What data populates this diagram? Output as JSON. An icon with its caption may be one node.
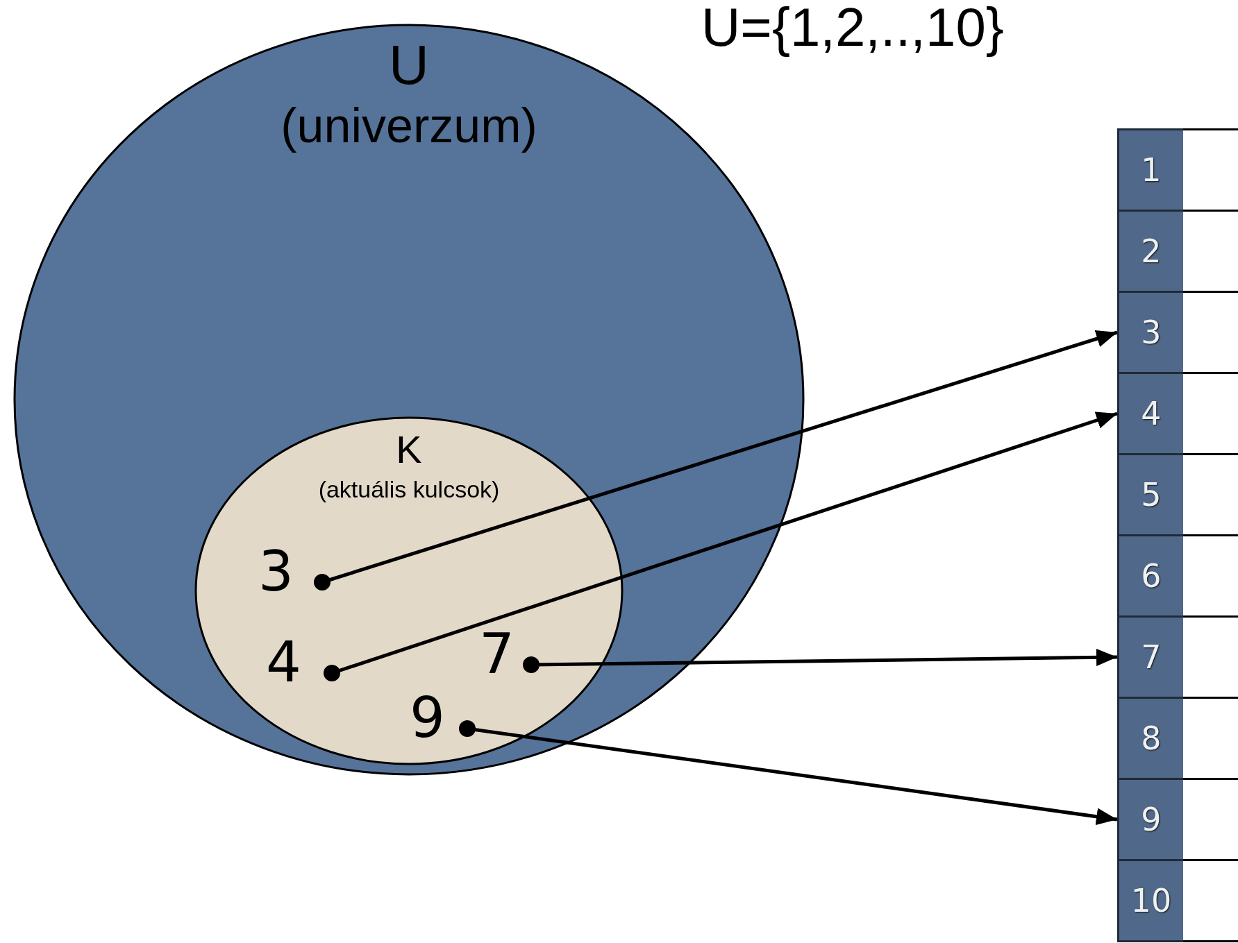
{
  "diagram": {
    "title": "U={1,2,..,10}",
    "nodes": [
      {
        "text": [
          "U",
          "(univerzum)"
        ]
      },
      {
        "text": [
          "K",
          "(aktuális kulcsok)"
        ],
        "in": 0
      },
      {
        "text": [
          "3"
        ],
        "in": 1
      },
      {
        "text": [
          "4"
        ],
        "in": 1
      },
      {
        "text": [
          "7"
        ],
        "in": 1
      },
      {
        "text": [
          "9"
        ],
        "in": 1
      },
      {
        "text": [
          "1"
        ]
      },
      {
        "text": [
          "2"
        ]
      },
      {
        "text": [
          "3"
        ]
      },
      {
        "text": [
          "4"
        ]
      },
      {
        "text": [
          "5"
        ]
      },
      {
        "text": [
          "6"
        ]
      },
      {
        "text": [
          "7"
        ]
      },
      {
        "text": [
          "8"
        ]
      },
      {
        "text": [
          "9"
        ]
      },
      {
        "text": [
          "10"
        ]
      },
      {
        "text": [],
        "shape": "box"
      },
      {
        "text": [],
        "shape": "box"
      },
      {
        "text": [],
        "shape": "box"
      },
      {
        "text": [],
        "shape": "box"
      },
      {
        "text": [],
        "shape": "box"
      },
      {
        "text": [],
        "shape": "box"
      },
      {
        "text": [],
        "shape": "box"
      },
      {
        "text": [],
        "shape": "box"
      },
      {
        "text": [],
        "shape": "box"
      },
      {
        "text": [],
        "shape": "box"
      }
    ],
    "edges": [
      {
        "from": 2,
        "to": 8,
        "arrow": "to"
      },
      {
        "from": 3,
        "to": 9,
        "arrow": "to"
      },
      {
        "from": 4,
        "to": 12,
        "arrow": "to"
      },
      {
        "from": 5,
        "to": 14,
        "arrow": "to"
      }
    ]
  }
}
